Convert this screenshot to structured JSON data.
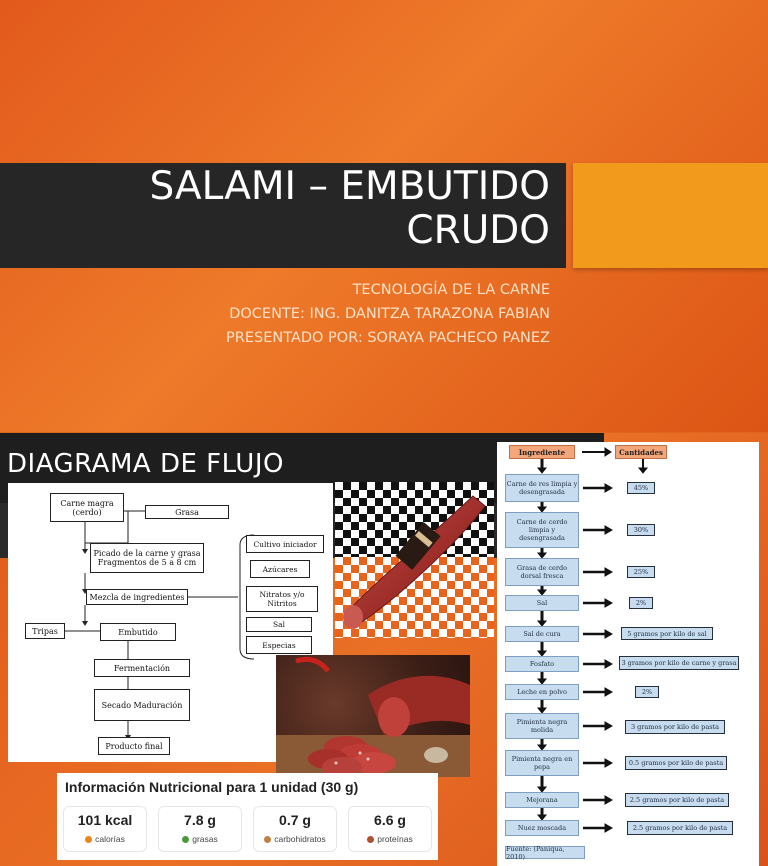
{
  "slide1": {
    "title_line1": "SALAMI – EMBUTIDO",
    "title_line2": "CRUDO",
    "subtitle_lines": [
      "TECNOLOGÍA DE LA CARNE",
      "DOCENTE: ING. DANITZA TARAZONA FABIAN",
      "PRESENTADO POR: SORAYA PACHECO PANEZ"
    ]
  },
  "slide2": {
    "title": "DIAGRAMA DE FLUJO",
    "flow": {
      "carne_magra": "Carne magra (cerdo)",
      "grasa": "Grasa",
      "picado": "Picado de la carne y grasa Fragmentos de 5 a 8 cm",
      "mezcla": "Mezcla de ingredientes",
      "tripas": "Tripas",
      "embutido": "Embutido",
      "fermentacion": "Fermentación",
      "secado": "Secado Maduración",
      "producto": "Producto final",
      "cultivo": "Cultivo iniciador",
      "azucares": "Azúcares",
      "nitratos": "Nitratos y/o Nitritos",
      "sal": "Sal",
      "especias": "Especias"
    },
    "table": {
      "header_ingrediente": "Ingrediente",
      "header_cantidades": "Cantidades",
      "rows": [
        {
          "ingrediente": "Carne de res limpia y desengrasada",
          "cantidad": "45%"
        },
        {
          "ingrediente": "Carne de cerdo limpia y desengrasada",
          "cantidad": "30%"
        },
        {
          "ingrediente": "Grasa de cerdo dorsal fresca",
          "cantidad": "25%"
        },
        {
          "ingrediente": "Sal",
          "cantidad": "2%"
        },
        {
          "ingrediente": "Sal de cura",
          "cantidad": "5 gramos por kilo de sal"
        },
        {
          "ingrediente": "Fosfato",
          "cantidad": "3 gramos por kilo de carne y grasa"
        },
        {
          "ingrediente": "Leche en polvo",
          "cantidad": "2%"
        },
        {
          "ingrediente": "Pimienta negra molida",
          "cantidad": "3 gramos por kilo de pasta"
        },
        {
          "ingrediente": "Pimienta negra en pepa",
          "cantidad": "0.5 gramos por kilo de pasta"
        },
        {
          "ingrediente": "Mejorana",
          "cantidad": "2.5 gramos por kilo de pasta"
        },
        {
          "ingrediente": "Nuez moscada",
          "cantidad": "2.5 gramos por kilo de pasta"
        }
      ],
      "fuente": "Fuente: (Paniqua, 2010)"
    },
    "nutrition": {
      "title": "Información Nutricional para 1 unidad (30 g)",
      "items": [
        {
          "value": "101 kcal",
          "label": "calorías",
          "color": "#e8861a"
        },
        {
          "value": "7.8 g",
          "label": "grasas",
          "color": "#4a9a3a"
        },
        {
          "value": "0.7 g",
          "label": "carbohidratos",
          "color": "#c08040"
        },
        {
          "value": "6.6 g",
          "label": "proteínas",
          "color": "#b05030"
        }
      ]
    }
  }
}
